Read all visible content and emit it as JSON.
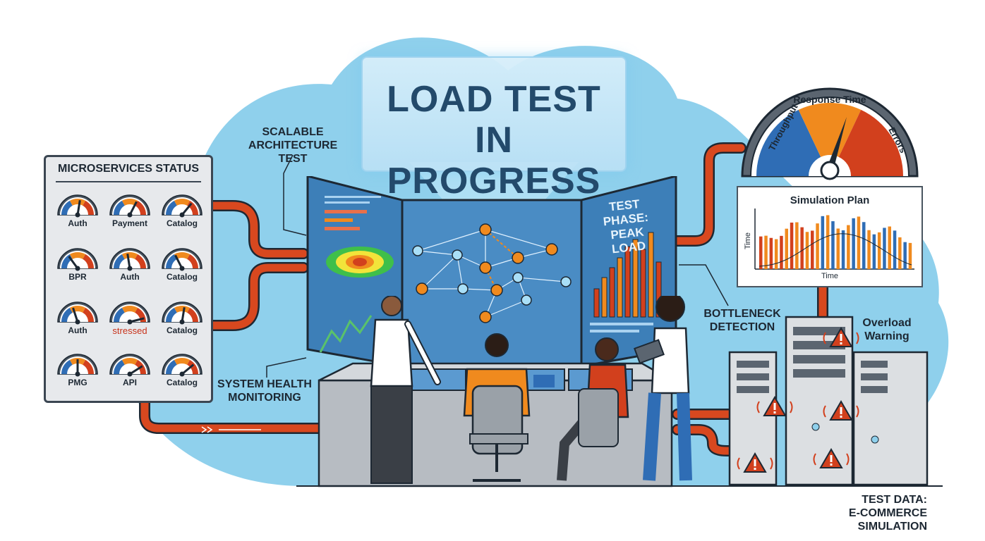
{
  "title": {
    "line1": "LOAD TEST",
    "line2": "IN PROGRESS"
  },
  "microservices": {
    "title": "MICROSERVICES STATUS",
    "gauges": [
      {
        "label": "Auth",
        "level": 0.55
      },
      {
        "label": "Payment",
        "level": 0.65
      },
      {
        "label": "Catalog",
        "level": 0.72
      },
      {
        "label": "BPR",
        "level": 0.3
      },
      {
        "label": "Auth",
        "level": 0.45
      },
      {
        "label": "Catalog",
        "level": 0.35
      },
      {
        "label": "Auth",
        "level": 0.4
      },
      {
        "label": "stressed",
        "level": 0.92,
        "status": "stressed"
      },
      {
        "label": "Catalog",
        "level": 0.55
      },
      {
        "label": "PMG",
        "level": 0.5
      },
      {
        "label": "API",
        "level": 0.82
      },
      {
        "label": "Catalog",
        "level": 0.78
      }
    ]
  },
  "callouts": {
    "scalable": "SCALABLE\nARCHITECTURE TEST",
    "health": "SYSTEM HEALTH\nMONITORING",
    "bottleneck": "BOTTLENECK\nDETECTION",
    "overload": "Overload\nWarning",
    "test_data": "TEST DATA:\nE-COMMERCE SIMULATION"
  },
  "test_phase": {
    "line1": "TEST PHASE:",
    "line2": "PEAK LOAD"
  },
  "big_gauge": {
    "segments": [
      "Throughput",
      "Response Time",
      "Errors"
    ],
    "colors": [
      "#2f6db5",
      "#f08a1e",
      "#d2401d"
    ]
  },
  "simulation_plan": {
    "title": "Simulation Plan",
    "ylabel": "Time",
    "xlabel": "Time"
  },
  "colors": {
    "background_blob": "#8fd0ec",
    "pipe": "#d8481f",
    "accent_orange": "#f08a1e",
    "accent_blue": "#2f6db5",
    "screen": "#3d7fb8"
  }
}
